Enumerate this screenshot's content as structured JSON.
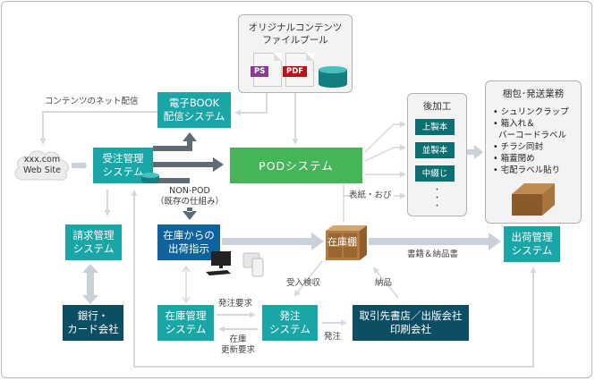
{
  "colors": {
    "teal": "#1aa5a7",
    "dark_teal": "#0b7072",
    "navy": "#0c4e64",
    "blue": "#0e639d",
    "green": "#46b55a",
    "arrow_dark": "#5f6b73",
    "arrow_light": "#c9d0d8",
    "ps_tag": "#8a3c8f",
    "pdf_tag": "#b3151b"
  },
  "content_pool": {
    "title_line1": "オリジナルコンテンツ",
    "title_line2": "ファイルプール",
    "files": [
      {
        "icon": "ps-file-icon",
        "tag": "PS"
      },
      {
        "icon": "pdf-file-icon",
        "tag": "PDF"
      }
    ],
    "database_icon": "database-icon"
  },
  "website": {
    "line1": "xxx.com",
    "line2": "Web Site"
  },
  "labels": {
    "net_delivery": "コンテンツのネット配信",
    "non_pod_line1": "NON-POD",
    "non_pod_line2": "（既存の仕組み）",
    "cover_band": "表紙・おび",
    "books_invoice": "書籍＆納品書",
    "receiving": "受入検収",
    "delivery": "納品",
    "order_request": "発注要求",
    "stock_update_line1": "在庫",
    "stock_update_line2": "更新要求",
    "order": "発注"
  },
  "systems": {
    "ebook": {
      "line1": "電子BOOK",
      "line2": "配信システム"
    },
    "order_mgmt": {
      "line1": "受注管理",
      "line2": "システム"
    },
    "pod": {
      "label": "PODシステム"
    },
    "billing": {
      "line1": "請求管理",
      "line2": "システム"
    },
    "bank": {
      "line1": "銀行・",
      "line2": "カード会社"
    },
    "ship_instruction": {
      "line1": "在庫からの",
      "line2": "出荷指示"
    },
    "warehouse": {
      "label": "在庫棚"
    },
    "inventory": {
      "line1": "在庫管理",
      "line2": "システム"
    },
    "purchase": {
      "line1": "発注",
      "line2": "システム"
    },
    "partners": {
      "line1": "取引先書店／出版会社",
      "line2": "印刷会社"
    },
    "shipping_mgmt": {
      "line1": "出荷管理",
      "line2": "システム"
    }
  },
  "post_processing": {
    "title": "後加工",
    "items": [
      "上製本",
      "並製本",
      "中綴じ"
    ],
    "more": "・\n・\n・"
  },
  "packing": {
    "title": "梱包･発送業務",
    "items": [
      "シュリンクラップ",
      "箱入れ＆",
      "バーコードラベル",
      "チラシ同封",
      "箱蓋閉め",
      "宅配ラベル貼り"
    ],
    "bullet_flags": [
      true,
      true,
      false,
      true,
      true,
      true
    ]
  }
}
